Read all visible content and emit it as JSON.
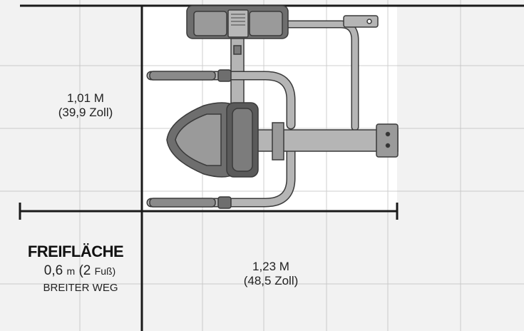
{
  "width_label": {
    "metric": "1,01 M",
    "imperial": "(39,9 Zoll)"
  },
  "length_label": {
    "metric": "1,23 M",
    "imperial": "(48,5 Zoll)"
  },
  "clearance": {
    "title": "FREIFLÄCHE",
    "value": "0,6",
    "unit": "m",
    "imperial_value": "(2",
    "imperial_unit": "Fuß)",
    "caption": "BREITER WEG"
  },
  "colors": {
    "background": "#f2f2f2",
    "grid": "#c9c9c9",
    "dimension_line": "#1a1a1a",
    "machine_fill": "#a9a9a9",
    "machine_dark": "#5a5a5a",
    "machine_outline": "#3a3a3a"
  }
}
